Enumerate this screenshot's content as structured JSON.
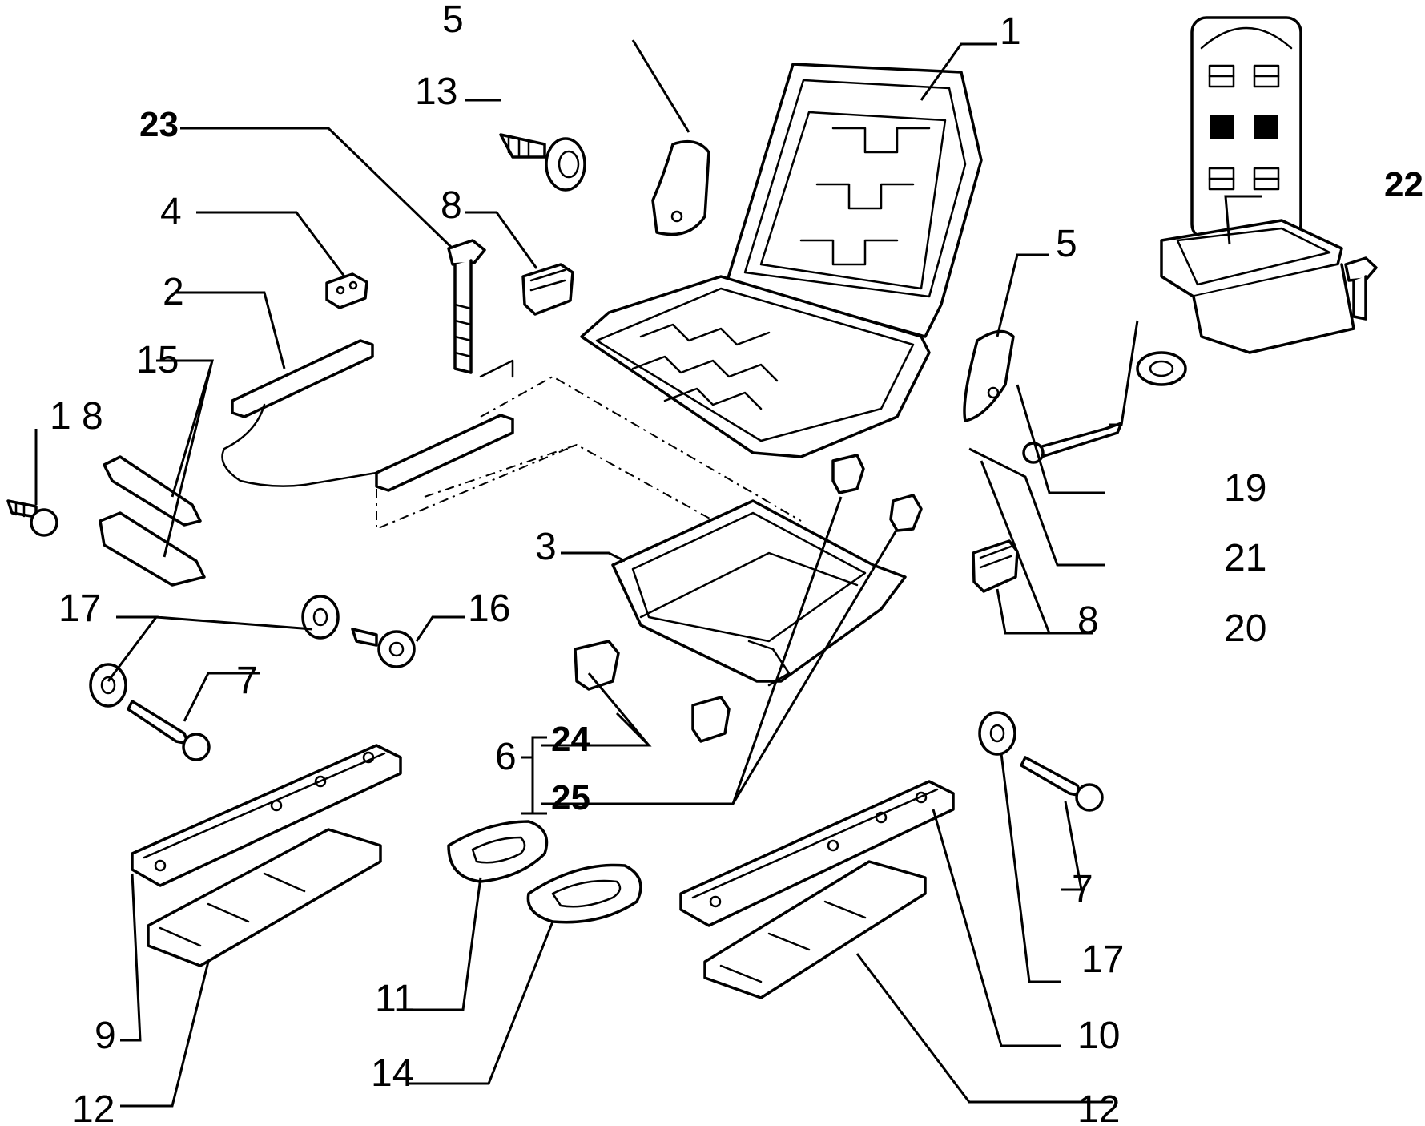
{
  "callouts": {
    "c1": "1",
    "c2": "2",
    "c3": "3",
    "c4": "4",
    "c5a": "5",
    "c5b": "5",
    "c6": "6",
    "c7a": "7",
    "c7b": "7",
    "c8a": "8",
    "c8b": "8",
    "c9": "9",
    "c10": "10",
    "c11": "11",
    "c12a": "12",
    "c12b": "12",
    "c13": "13",
    "c14": "14",
    "c15": "15",
    "c16": "16",
    "c17a": "17",
    "c17b": "17",
    "c18": "1 8",
    "c19": "19",
    "c20": "20",
    "c21": "21",
    "c22": "22",
    "c23": "23",
    "c24": "24",
    "c25": "25"
  },
  "icons": {
    "thumbnail": "vehicle-seat-layout-icon"
  }
}
